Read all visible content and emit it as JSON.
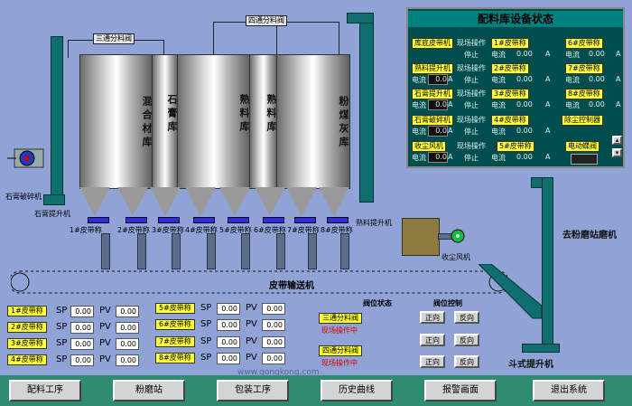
{
  "top_labels": {
    "three_way_valve": "三通分料阀",
    "four_way_valve": "四通分料阀"
  },
  "silos": [
    "混合材库",
    "石膏库",
    "熟料库",
    "熟料库",
    "粉煤灰库"
  ],
  "feeders": [
    "1#皮带称",
    "2#皮带称",
    "3#皮带称",
    "4#皮带称",
    "5#皮带称",
    "6#皮带称",
    "7#皮带称",
    "8#皮带称"
  ],
  "equipment": {
    "gypsum_crusher": "石膏破碎机",
    "gypsum_elevator": "石膏提升机",
    "clinker_elevator": "熟料提升机",
    "dust_fan": "收尘风机",
    "belt_conveyor": "皮带输送机",
    "to_mill": "去粉磨站磨机",
    "bucket_elevator": "斗式提升机"
  },
  "sp_pv": {
    "sp_label": "SP",
    "pv_label": "PV",
    "rows": [
      {
        "name": "1#皮带称",
        "sp": "0.00",
        "pv": "0.00"
      },
      {
        "name": "2#皮带称",
        "sp": "0.00",
        "pv": "0.00"
      },
      {
        "name": "3#皮带称",
        "sp": "0.00",
        "pv": "0.00"
      },
      {
        "name": "4#皮带称",
        "sp": "0.00",
        "pv": "0.00"
      },
      {
        "name": "5#皮带称",
        "sp": "0.00",
        "pv": "0.00"
      },
      {
        "name": "6#皮带称",
        "sp": "0.00",
        "pv": "0.00"
      },
      {
        "name": "7#皮带称",
        "sp": "0.00",
        "pv": "0.00"
      },
      {
        "name": "8#皮带称",
        "sp": "0.00",
        "pv": "0.00"
      }
    ]
  },
  "valves": {
    "status_header": "阀位状态",
    "control_header": "阀位控制",
    "three_way": {
      "name": "三通分料阀",
      "status": "现场操作中"
    },
    "four_way": {
      "name": "四通分料阀",
      "status": "现场操作中"
    },
    "forward": "正向",
    "reverse": "反向"
  },
  "panel": {
    "title": "配料库设备状态",
    "field_op": "现场操作",
    "stop": "停止",
    "current": "电流",
    "unit": "A",
    "dust_controller": "除尘控制器",
    "electric_valve": "电动蝶阀",
    "devices_left": [
      "库底皮带机",
      "熟料提升机",
      "石膏提升机",
      "石膏破碎机",
      "收尘风机"
    ],
    "scales_mid": [
      "1#皮带称",
      "2#皮带称",
      "3#皮带称",
      "4#皮带称",
      "5#皮带称"
    ],
    "scales_right": [
      "6#皮带称",
      "7#皮带称",
      "8#皮带称"
    ],
    "zero": "0.00",
    "zero_short": "0.0"
  },
  "nav": [
    "配料工序",
    "粉磨站",
    "包装工序",
    "历史曲线",
    "报警画面",
    "退出系统"
  ],
  "watermark": "www.gongkong.com",
  "colors": {
    "background": "#8fa3d6",
    "panel": "#004d4d",
    "label_yellow": "#ffff33",
    "elevator": "#0f6e6e",
    "status_red": "#e00000"
  }
}
